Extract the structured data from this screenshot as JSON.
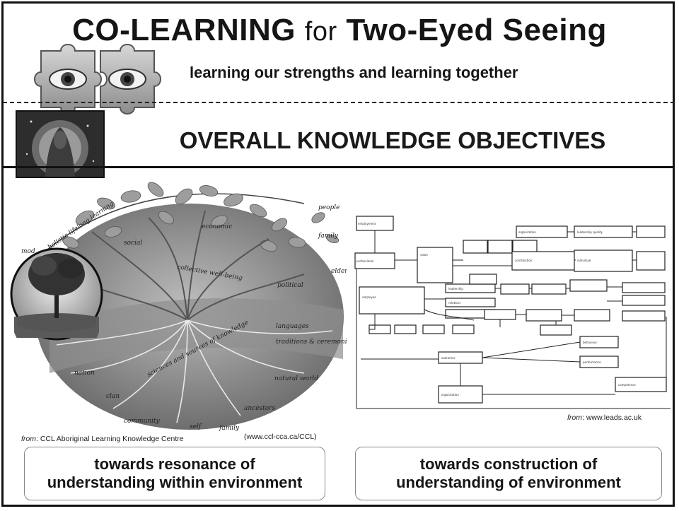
{
  "header": {
    "title_part1": "CO-LEARNING",
    "title_for": "for",
    "title_part2": "Two-Eyed Seeing",
    "subtitle": "learning our strengths and learning together"
  },
  "section": {
    "title": "OVERALL KNOWLEDGE OBJECTIVES"
  },
  "left_panel": {
    "diagram_labels": {
      "arc": "holistic lifelong learning",
      "social": "social",
      "economic": "economic",
      "political": "political",
      "collective": "collective well-being",
      "languages": "languages",
      "traditions": "traditions & ceremonies",
      "natural": "natural world",
      "ancestors": "ancestors",
      "nation": "nation",
      "clan": "clan",
      "community": "community",
      "self": "self",
      "family": "family",
      "sciences": "sciences and sources of knowledge",
      "people": "people",
      "fami": "family",
      "mod": "mod",
      "elder": "elders"
    },
    "credit_from": "from",
    "credit_text": ": CCL Aboriginal Learning Knowledge Centre",
    "credit_url": "(www.ccl-cca.ca/CCL)",
    "caption_line1": "towards resonance of",
    "caption_line2": "understanding within environment"
  },
  "right_panel": {
    "credit_from": "from",
    "credit_text": ": www.leads.ac.uk",
    "caption_line1": "towards construction of",
    "caption_line2": "understanding of environment"
  }
}
